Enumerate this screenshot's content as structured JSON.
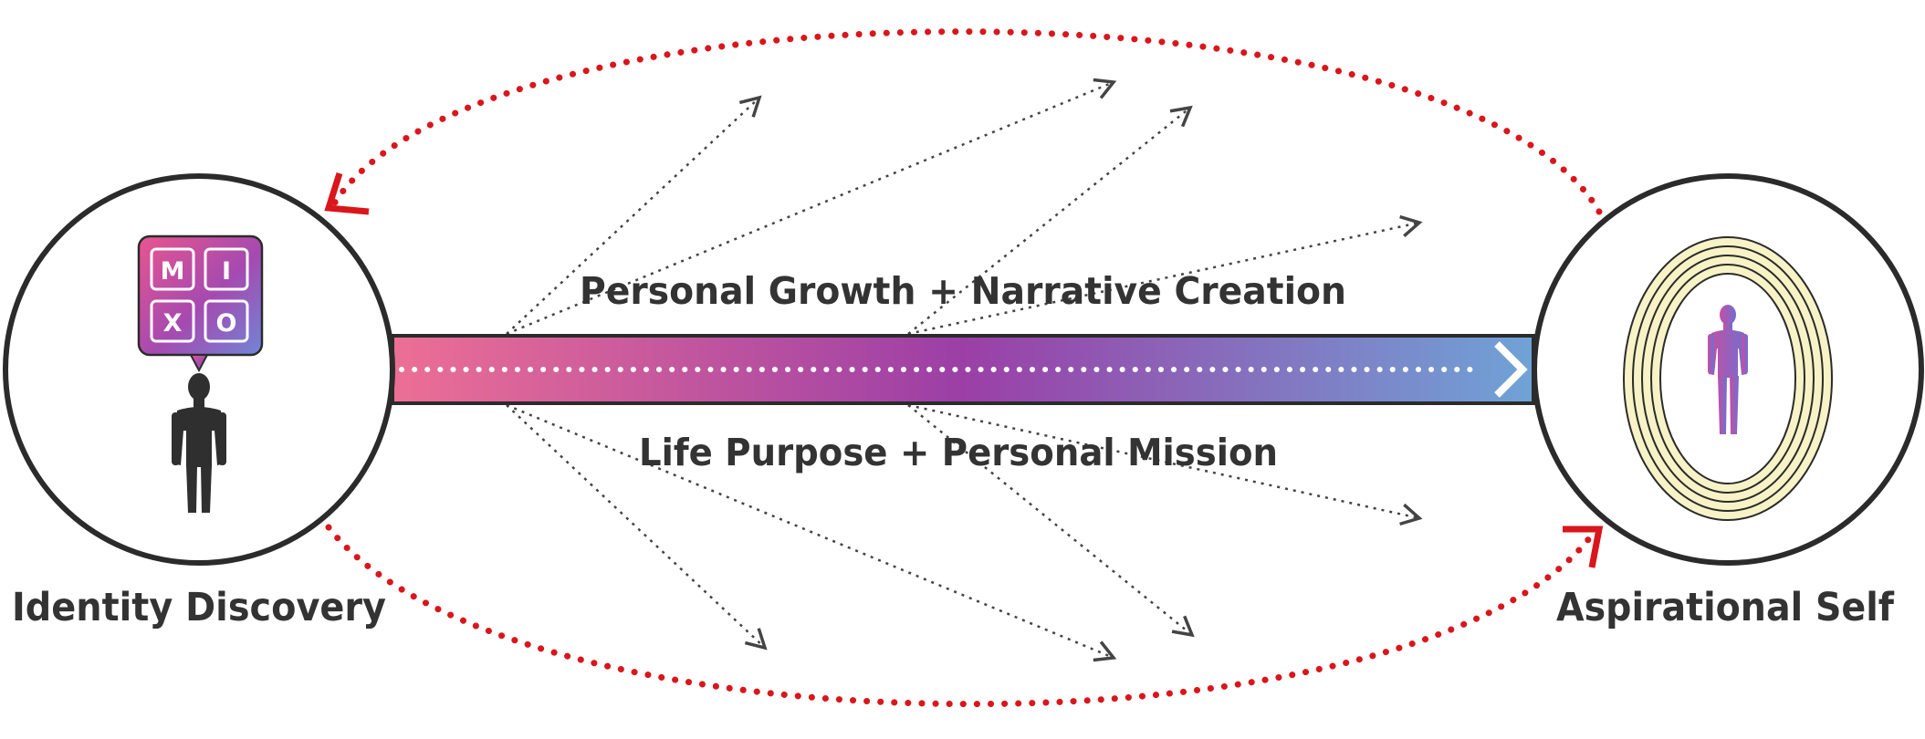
{
  "labels": {
    "top_band": "Personal Growth + Narrative Creation",
    "bottom_band": "Life Purpose + Personal Mission",
    "left_node": "Identity Discovery",
    "right_node": "Aspirational Self"
  },
  "logo": {
    "letters": [
      "M",
      "I",
      "X",
      "O"
    ]
  },
  "colors": {
    "loop_arrow": "#d9161c",
    "band_start": "#ec6f95",
    "band_mid": "#9b3fa6",
    "band_end": "#6fa3d6",
    "outline": "#2b2b2b",
    "dotted_arrow": "#444444",
    "text": "#333333",
    "rings_fill": "#f7f3c6"
  }
}
